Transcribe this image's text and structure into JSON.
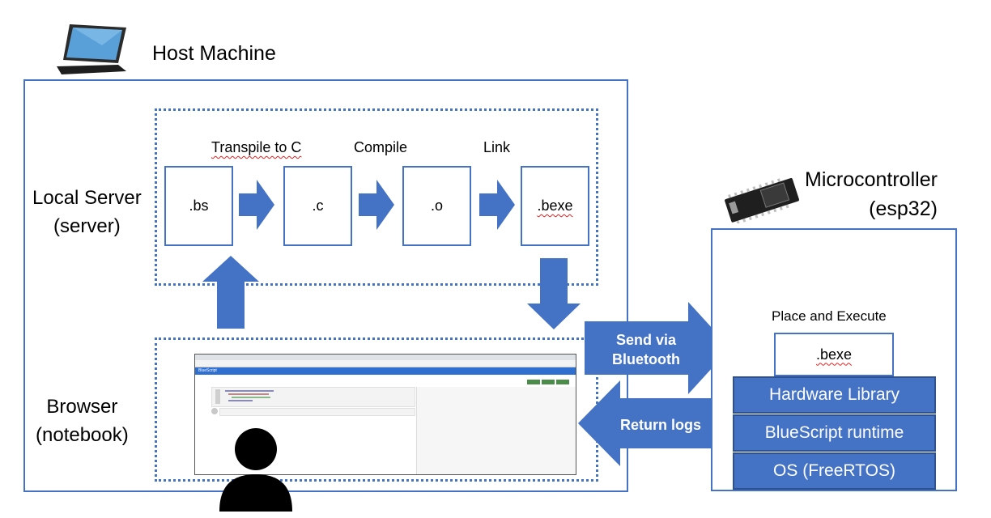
{
  "host": {
    "title": "Host Machine"
  },
  "server": {
    "label_line1": "Local Server",
    "label_line2": "(server)"
  },
  "browser": {
    "label_line1": "Browser",
    "label_line2": "(notebook)"
  },
  "pipeline": {
    "steps": [
      "Transpile to C",
      "Compile",
      "Link"
    ],
    "files": [
      ".bs",
      ".c",
      ".o",
      ".bexe"
    ]
  },
  "mcu": {
    "title_line1": "Microcontroller",
    "title_line2": "(esp32)",
    "place_label": "Place and Execute",
    "file": ".bexe"
  },
  "stack": [
    "Hardware Library",
    "BlueScript runtime",
    "OS (FreeRTOS)"
  ],
  "arrows": {
    "send_line1": "Send via",
    "send_line2": "Bluetooth",
    "return": "Return logs"
  },
  "notebook_screenshot": {
    "app_name": "BlueScript"
  },
  "colors": {
    "accent": "#4472c4",
    "stack_fill": "#4472c4",
    "browser_green": "#4a8c4a"
  },
  "icons": [
    "laptop-icon",
    "esp32-board-icon",
    "user-icon"
  ]
}
